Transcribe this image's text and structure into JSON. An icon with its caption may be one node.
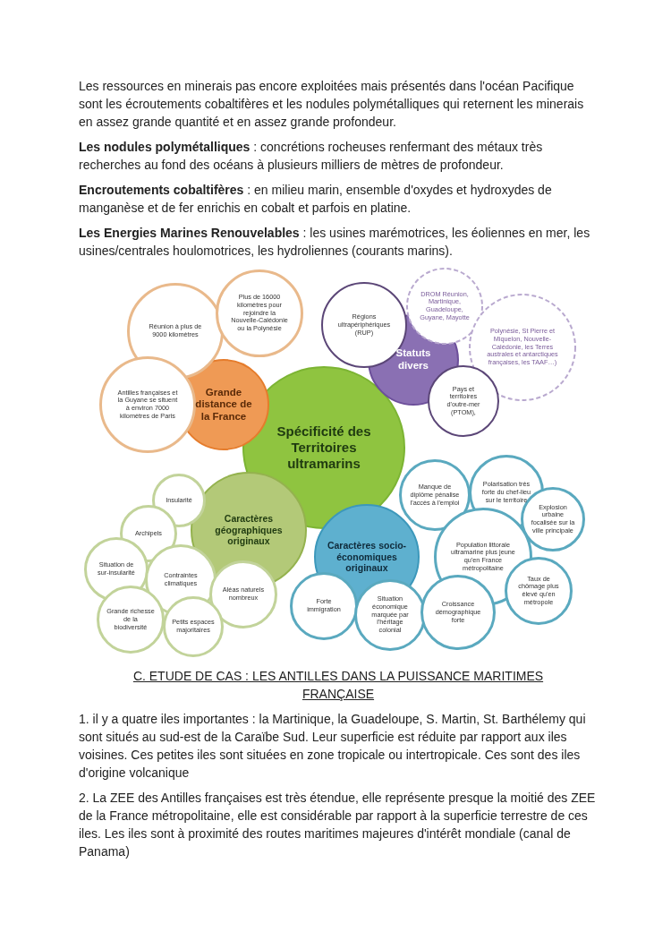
{
  "diagram": {
    "nodes": [
      {
        "text": [
          "Spécificité des Territoires ultramarins"
        ]
      },
      {
        "text": [
          "Grande distance de la France"
        ]
      },
      {
        "text": [
          "Réunion à plus de 9000 kilomètres"
        ]
      },
      {
        "text": [
          "Plus de 16000 kilomètres pour rejoindre la Nouvelle-Calédonie ou la Polynésie"
        ]
      },
      {
        "text": [
          "Antilles françaises et la Guyane se situent à environ 7000 kilomètres de Paris"
        ]
      },
      {
        "text": [
          "Statuts divers"
        ]
      },
      {
        "text": [
          "Régions ultrapériphériques (RUP)"
        ]
      },
      {
        "text": [
          "DROM Réunion, Martinique, Guadeloupe, Guyane, Mayotte"
        ]
      },
      {
        "text": [
          "Polynésie, St Pierre et Miquelon, Nouvelle-Calédonie, les Terres australes et antarctiques françaises, les TAAF…)"
        ]
      },
      {
        "text": [
          "Pays et territoires d'outre-mer (PTOM),"
        ]
      },
      {
        "text": [
          "Caractères géographiques originaux"
        ]
      },
      {
        "text": [
          "Insularité"
        ]
      },
      {
        "text": [
          "Archipels"
        ]
      },
      {
        "text": [
          "Situation de sur-insularité"
        ]
      },
      {
        "text": [
          "Contraintes climatiques"
        ]
      },
      {
        "text": [
          "Aléas naturels nombreux"
        ]
      },
      {
        "text": [
          "Grande richesse de la biodiversité"
        ]
      },
      {
        "text": [
          "Petits espaces majoritaires"
        ]
      },
      {
        "text": [
          "Caractères socio-économiques originaux"
        ]
      },
      {
        "text": [
          "Manque de diplôme pénalise l'accès à l'emploi"
        ]
      },
      {
        "text": [
          "Polarisation très forte du chef-lieu sur le territoire"
        ]
      },
      {
        "text": [
          "Explosion urbaine focalisée sur la ville principale"
        ]
      },
      {
        "text": [
          "Population littorale ultramarine plus jeune qu'en France métropolitaine"
        ]
      },
      {
        "text": [
          "Taux de chômage plus élevé qu'en métropole"
        ]
      },
      {
        "text": [
          "Forte immigration"
        ]
      },
      {
        "text": [
          "Situation économique marquée par l'héritage colonial"
        ]
      },
      {
        "text": [
          "Croissance démographique forte"
        ]
      }
    ],
    "edges": [],
    "labels": [
      "Les ressources en minerais pas encore exploitées mais présentés dans l'océan Pacifique sont les écroutements cobaltifères et les nodules polymétalliques qui reternent les minerais en assez grande quantité et en assez grande profondeur.",
      "**Les nodules polymétalliques** : concrétions rocheuses renfermant des métaux très recherches au fond des océans à plusieurs milliers de mètres de profondeur.",
      "**Encroutements cobaltifères** : en milieu marin, ensemble d'oxydes et hydroxydes de manganèse et de fer enrichis en cobalt et parfois en platine.",
      "**Les Energies Marines Renouvelables** : les usines marémotrices, les éoliennes en mer, les usines/centrales houlomotrices, les hydroliennes (courants marins).",
      "C. ETUDE DE CAS : LES ANTILLES DANS LA PUISSANCE MARITIMES FRANÇAISE",
      "1. il y a quatre iles importantes : la Martinique, la Guadeloupe, S. Martin, St. Barthélemy qui sont situés au sud-est de la Caraïbe Sud. Leur superficie est réduite par rapport aux iles voisines. Ces petites iles sont situées en zone tropicale ou intertropicale. Ces sont des iles d'origine volcanique",
      "2.  La ZEE des Antilles françaises est très étendue, elle représente presque la moitié des ZEE de la France métropolitaine, elle est considérable par rapport à la superficie terrestre de ces iles. Les iles sont à proximité des routes maritimes majeures d'intérêt mondiale (canal de Panama)"
    ]
  }
}
